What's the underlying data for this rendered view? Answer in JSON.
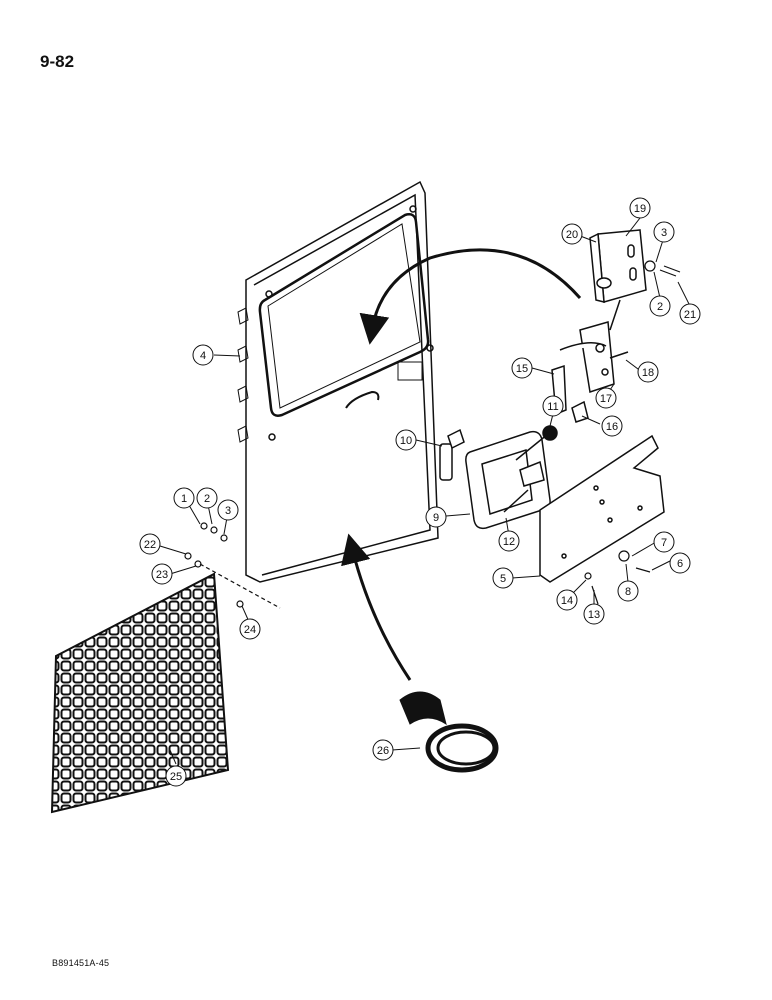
{
  "page_number": "9-82",
  "figure_code": "B891451A-45",
  "callouts": [
    "1",
    "2",
    "3",
    "4",
    "5",
    "6",
    "7",
    "8",
    "9",
    "10",
    "11",
    "12",
    "13",
    "14",
    "15",
    "16",
    "17",
    "18",
    "19",
    "20",
    "2",
    "3",
    "21",
    "22",
    "23",
    "24",
    "25",
    "26"
  ]
}
